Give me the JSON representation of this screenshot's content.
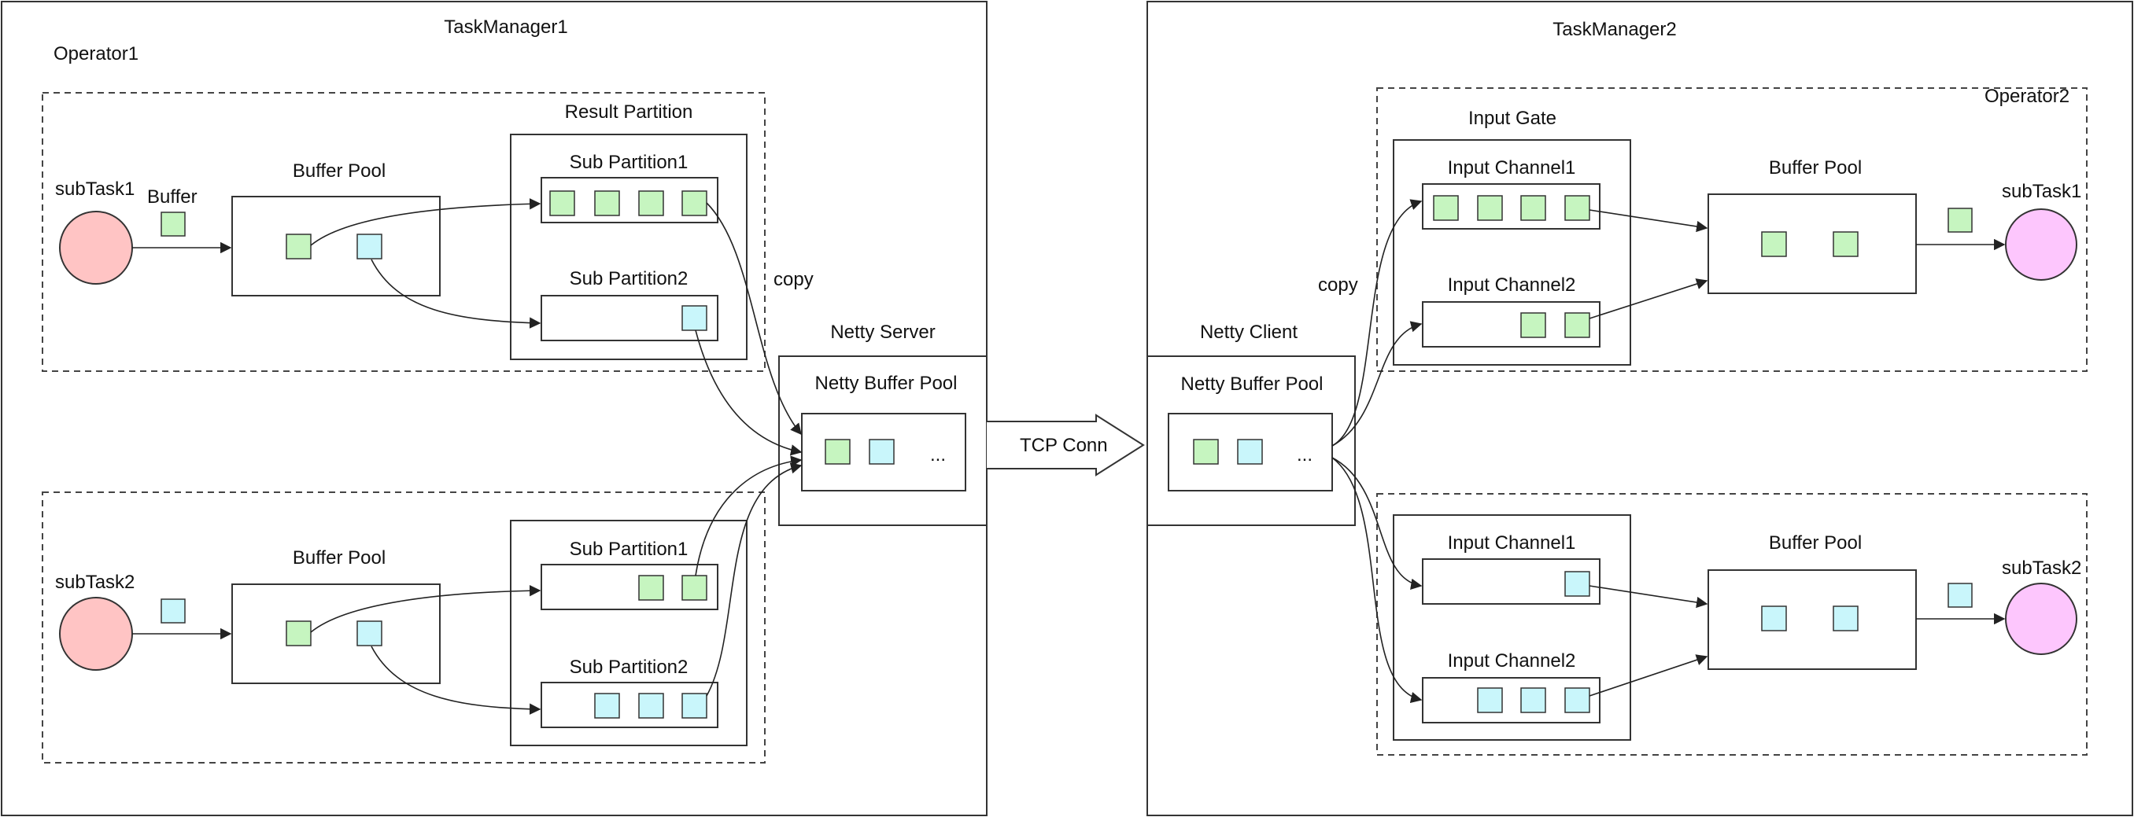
{
  "colors": {
    "green_buffer": "#c6f5c0",
    "cyan_buffer": "#c9f6fb",
    "producer_task": "#ffc4c4",
    "consumer_task": "#fdc6fd"
  },
  "taskmanager1": {
    "title": "TaskManager1",
    "operator": "Operator1",
    "result_partition": "Result Partition",
    "copy_label": "copy",
    "group1": {
      "subtask": "subTask1",
      "buffer_label": "Buffer",
      "buffer_pool": "Buffer Pool",
      "sub_partition1": "Sub Partition1",
      "sub_partition2": "Sub Partition2"
    },
    "group2": {
      "subtask": "subTask2",
      "buffer_pool": "Buffer Pool",
      "sub_partition1": "Sub Partition1",
      "sub_partition2": "Sub Partition2"
    },
    "netty_server": {
      "title": "Netty Server",
      "pool": "Netty Buffer Pool",
      "ellipsis": "..."
    }
  },
  "tcp_conn": "TCP Conn",
  "taskmanager2": {
    "title": "TaskManager2",
    "operator": "Operator2",
    "input_gate": "Input Gate",
    "copy_label": "copy",
    "netty_client": {
      "title": "Netty Client",
      "pool": "Netty Buffer Pool",
      "ellipsis": "..."
    },
    "group1": {
      "input_channel1": "Input Channel1",
      "input_channel2": "Input Channel2",
      "buffer_pool": "Buffer Pool",
      "subtask": "subTask1"
    },
    "group2": {
      "input_channel1": "Input Channel1",
      "input_channel2": "Input Channel2",
      "buffer_pool": "Buffer Pool",
      "subtask": "subTask2"
    }
  }
}
